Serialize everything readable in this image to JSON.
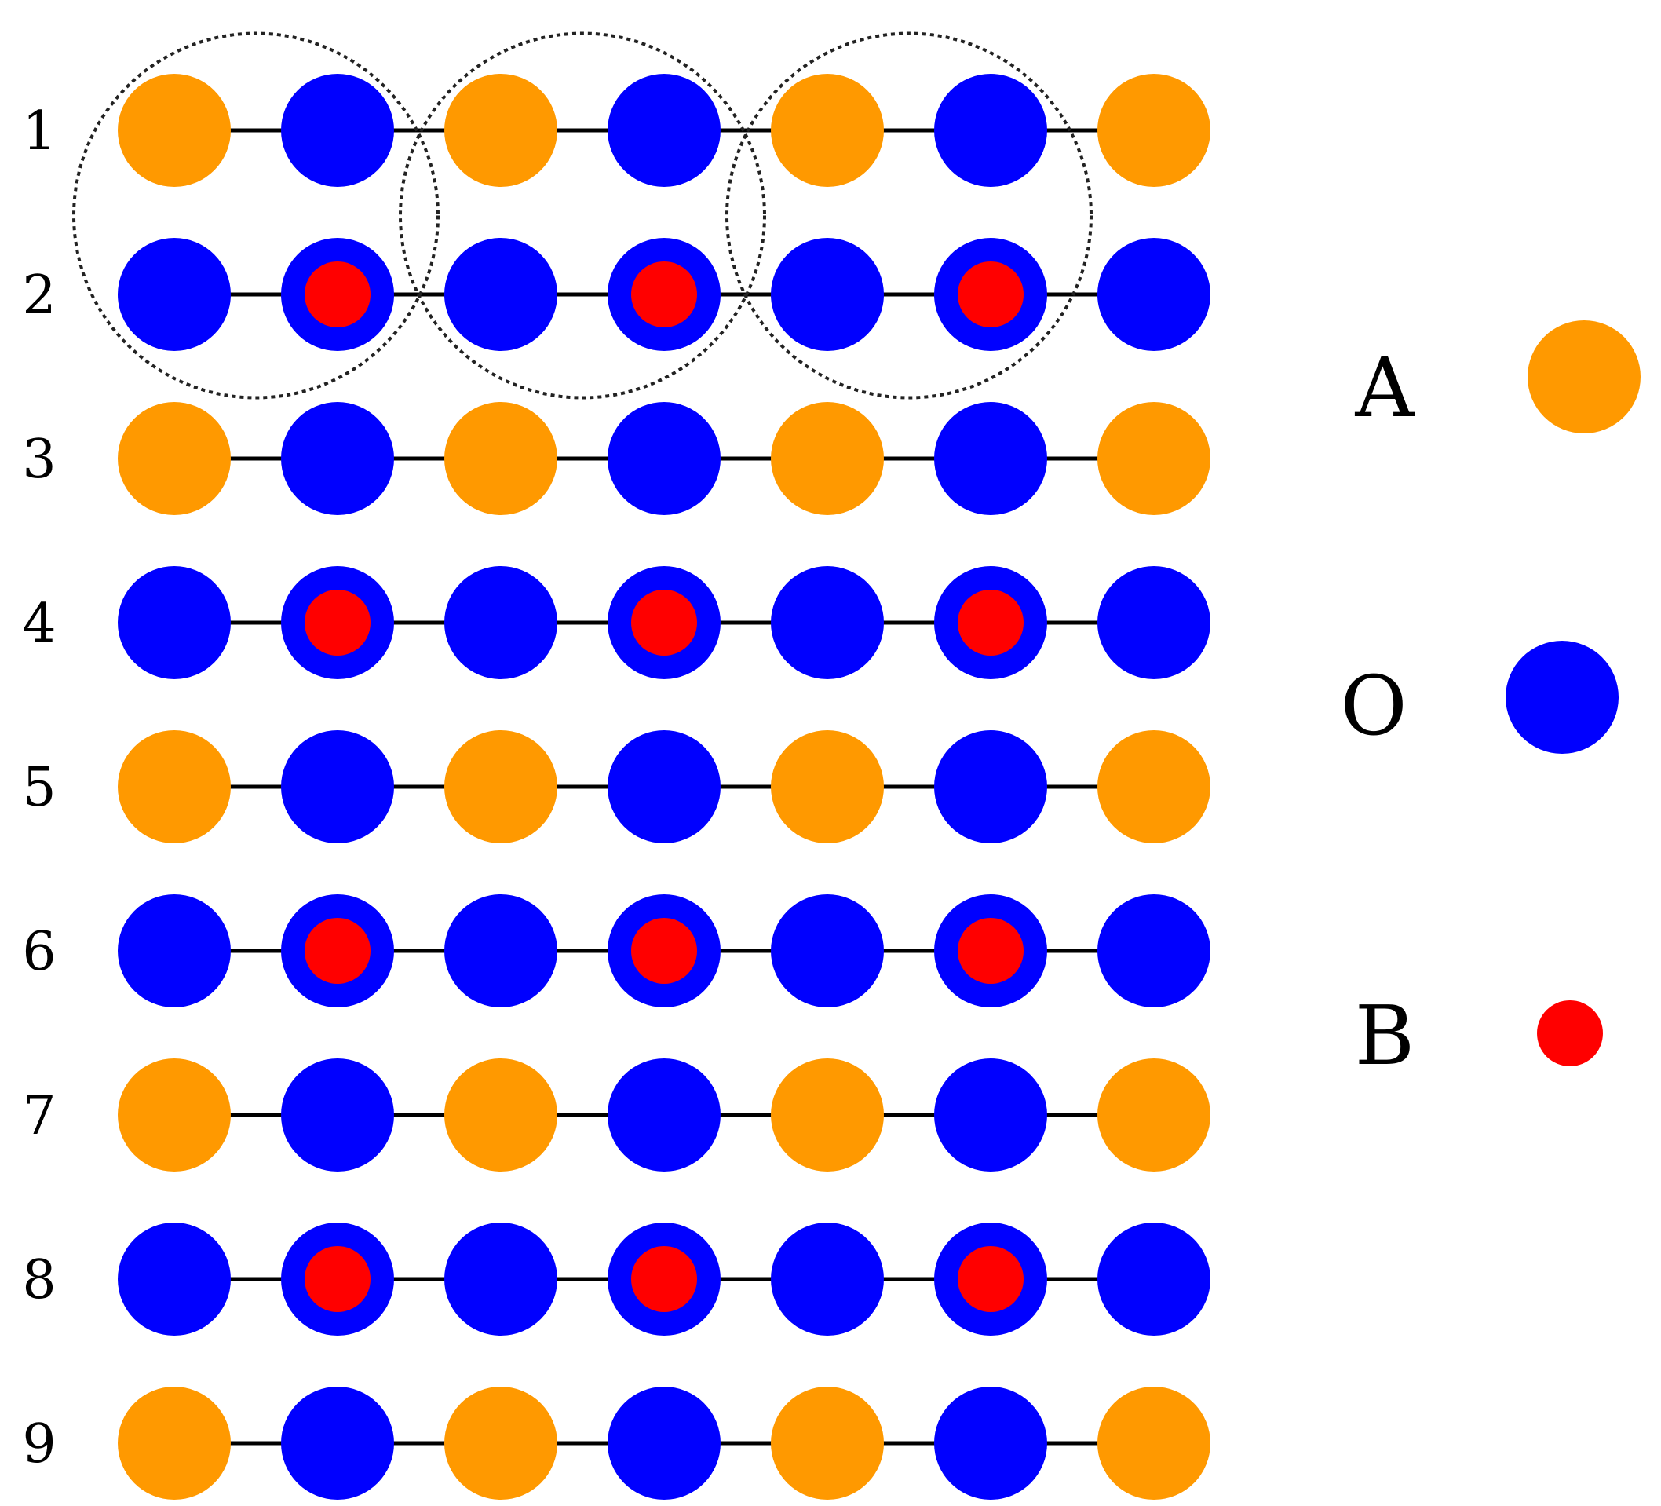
{
  "colors": {
    "A": "#FF9900",
    "O": "#0000FF",
    "B": "#FF0000",
    "bond": "#000000",
    "outline": "#222222",
    "background": "#FFFFFF"
  },
  "rows": [
    {
      "label": "1",
      "sites": [
        "A",
        "O",
        "A",
        "O",
        "A",
        "O",
        "A"
      ]
    },
    {
      "label": "2",
      "sites": [
        "O",
        "OB",
        "O",
        "OB",
        "O",
        "OB",
        "O"
      ]
    },
    {
      "label": "3",
      "sites": [
        "A",
        "O",
        "A",
        "O",
        "A",
        "O",
        "A"
      ]
    },
    {
      "label": "4",
      "sites": [
        "O",
        "OB",
        "O",
        "OB",
        "O",
        "OB",
        "O"
      ]
    },
    {
      "label": "5",
      "sites": [
        "A",
        "O",
        "A",
        "O",
        "A",
        "O",
        "A"
      ]
    },
    {
      "label": "6",
      "sites": [
        "O",
        "OB",
        "O",
        "OB",
        "O",
        "OB",
        "O"
      ]
    },
    {
      "label": "7",
      "sites": [
        "A",
        "O",
        "A",
        "O",
        "A",
        "O",
        "A"
      ]
    },
    {
      "label": "8",
      "sites": [
        "O",
        "OB",
        "O",
        "OB",
        "O",
        "OB",
        "O"
      ]
    },
    {
      "label": "9",
      "sites": [
        "A",
        "O",
        "A",
        "O",
        "A",
        "O",
        "A"
      ]
    }
  ],
  "legend": [
    {
      "label": "A",
      "species": "A"
    },
    {
      "label": "O",
      "species": "O"
    },
    {
      "label": "B",
      "species": "B"
    }
  ],
  "dotted_cells": 3
}
